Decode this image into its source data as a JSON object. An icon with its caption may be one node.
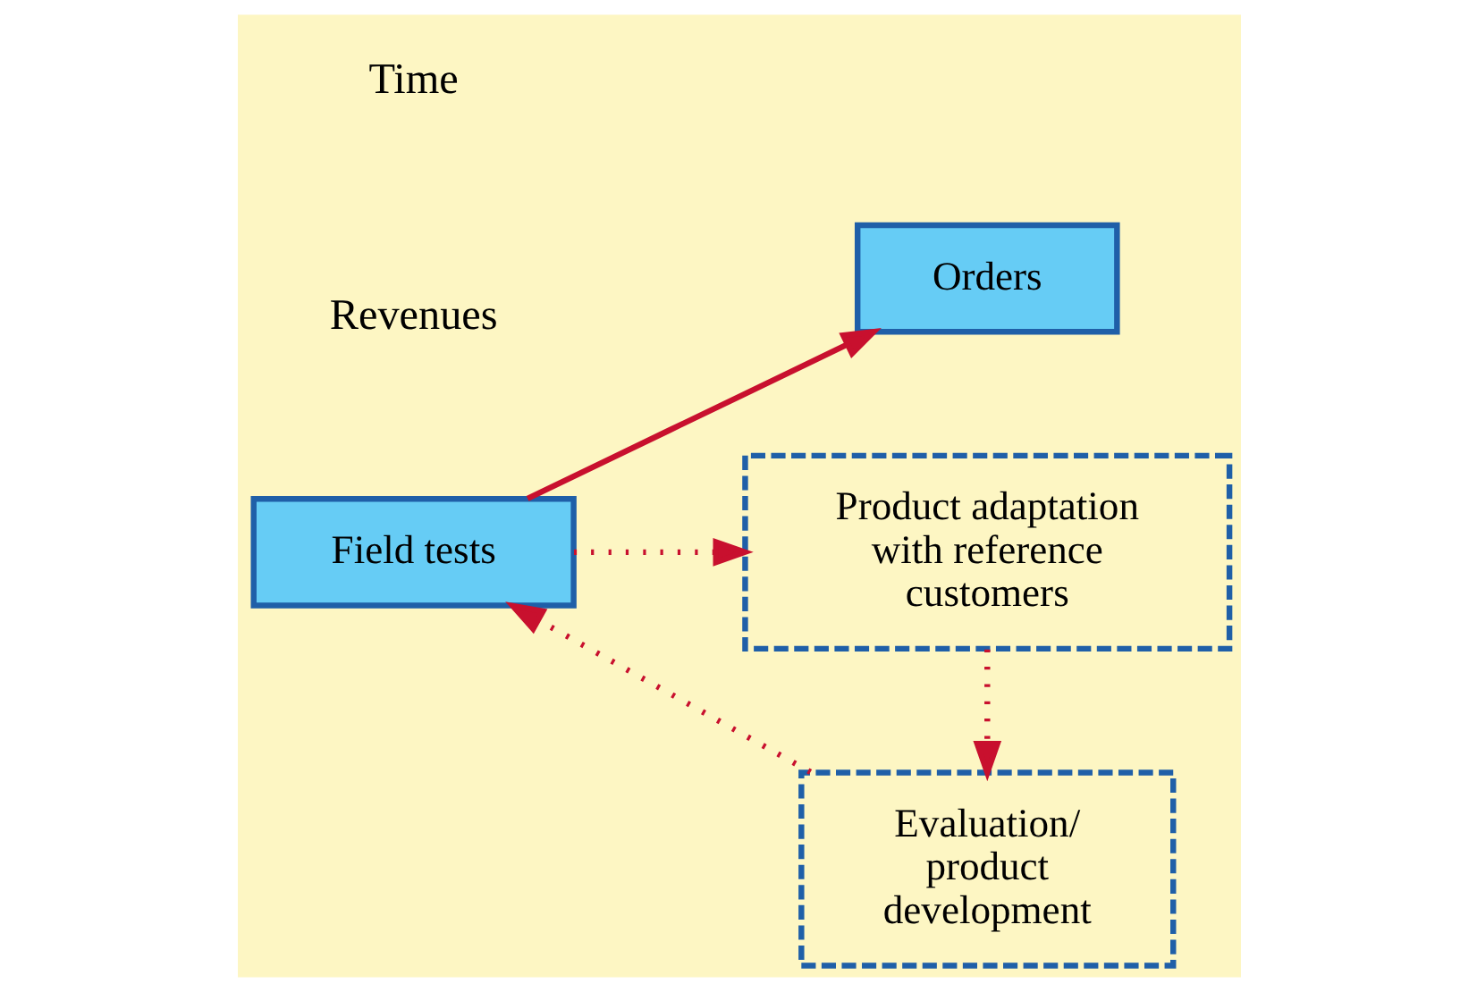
{
  "diagram": {
    "nodes": [
      {
        "text": [
          "Orders"
        ]
      },
      {
        "text": [
          "Field tests"
        ]
      },
      {
        "text": [
          "Evaluation/ product development"
        ]
      },
      {
        "text": [
          "Product adaptation with reference customers"
        ]
      }
    ],
    "edges": [
      {
        "from": 1,
        "to": 0,
        "arrow": "to"
      },
      {
        "from": 2,
        "to": 1,
        "arrow": "to",
        "style": "dashed"
      },
      {
        "from": 1,
        "to": 3,
        "arrow": "to",
        "style": "dashed"
      },
      {
        "from": 3,
        "to": 2,
        "arrow": "to",
        "style": "dashed"
      }
    ],
    "labels": [
      "Revenues",
      "Time"
    ]
  }
}
